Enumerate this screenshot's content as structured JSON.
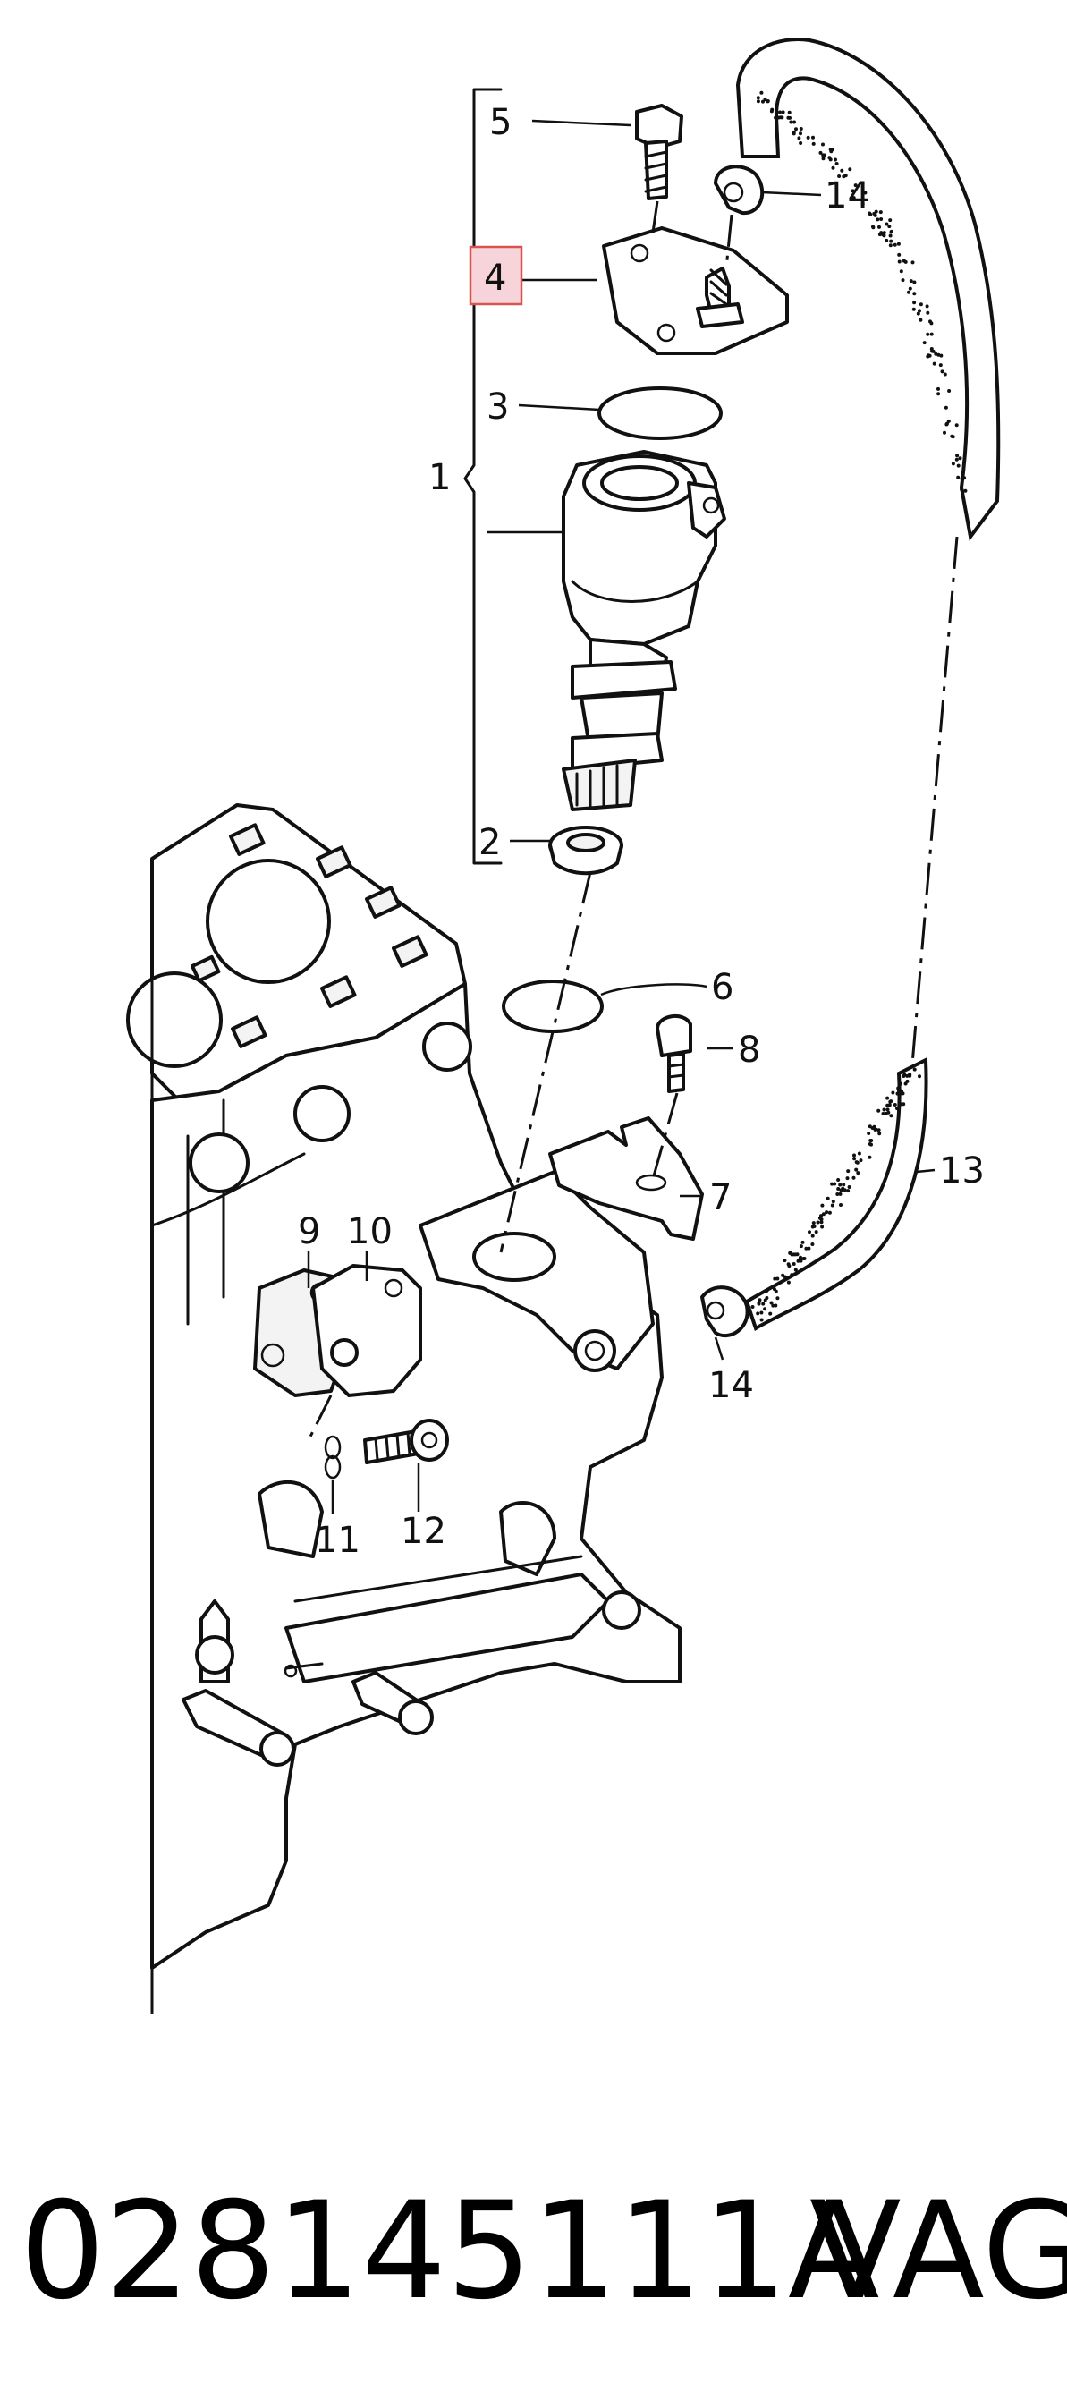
{
  "labels": {
    "l1": "1",
    "l2": "2",
    "l3": "3",
    "l4": "4",
    "l5": "5",
    "l6": "6",
    "l7": "7",
    "l8": "8",
    "l9": "9",
    "l10": "10",
    "l11": "11",
    "l12": "12",
    "l13": "13",
    "l14a": "14",
    "l14b": "14"
  },
  "highlight": {
    "label": "l4",
    "fill": "#f7d4d9",
    "stroke": "#d9534f"
  },
  "caption": {
    "part_number": "028145111A",
    "brand": "VAG"
  }
}
